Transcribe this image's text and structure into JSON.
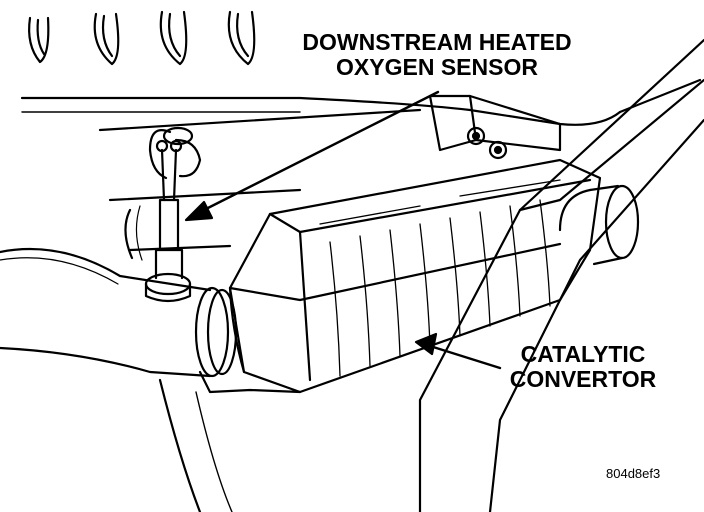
{
  "labels": {
    "sensor_line1": "DOWNSTREAM HEATED",
    "sensor_line2": "OXYGEN SENSOR",
    "converter_line1": "CATALYTIC",
    "converter_line2": "CONVERTOR"
  },
  "figure_code": "804d8ef3",
  "colors": {
    "ink": "#000000",
    "paper": "#ffffff"
  }
}
